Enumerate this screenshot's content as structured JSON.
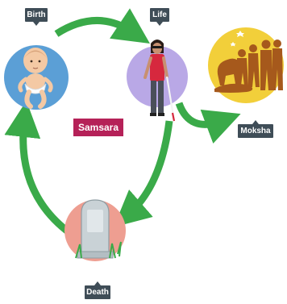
{
  "center_label": "Samsara",
  "stages": {
    "birth": "Birth",
    "life": "Life",
    "death": "Death",
    "moksha": "Moksha"
  },
  "colors": {
    "arrow": "#3aaa49",
    "birth_circle": "#5b9fd6",
    "life_circle": "#b9a8e6",
    "death_circle": "#ee9e91",
    "moksha_circle": "#f2cf3a",
    "label_bg": "#3f4d57",
    "samsara_bg": "#b52158"
  },
  "icons": [
    "baby-illustration",
    "person-with-cane-illustration",
    "gravestone-illustration",
    "evolution-silhouettes-illustration"
  ]
}
